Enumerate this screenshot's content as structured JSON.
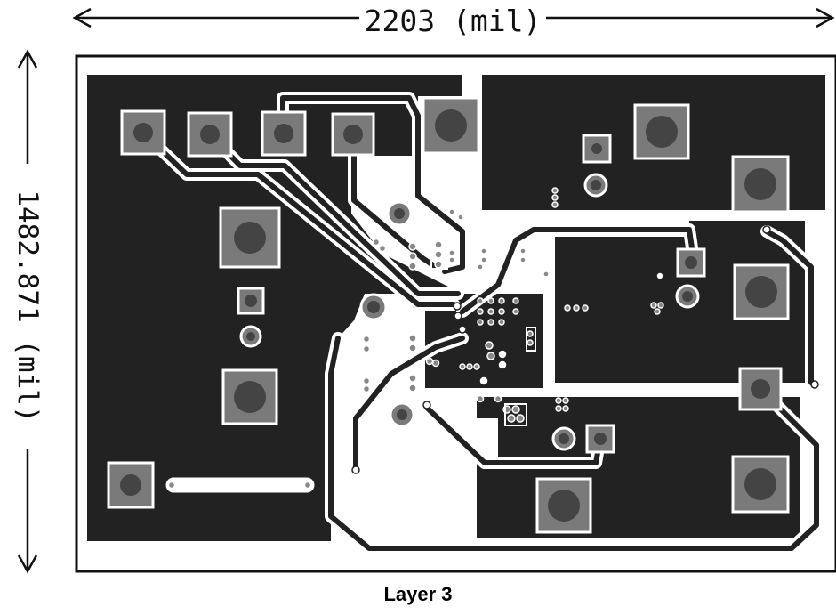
{
  "dimensions": {
    "width_label": "2203 (mil)",
    "height_label": "1482.871 (mil)"
  },
  "caption": "Layer 3",
  "colors": {
    "copper": "#222222",
    "pad": "#7a7a7a",
    "drill": "#444444",
    "outline": "#111111",
    "background": "#ffffff"
  }
}
